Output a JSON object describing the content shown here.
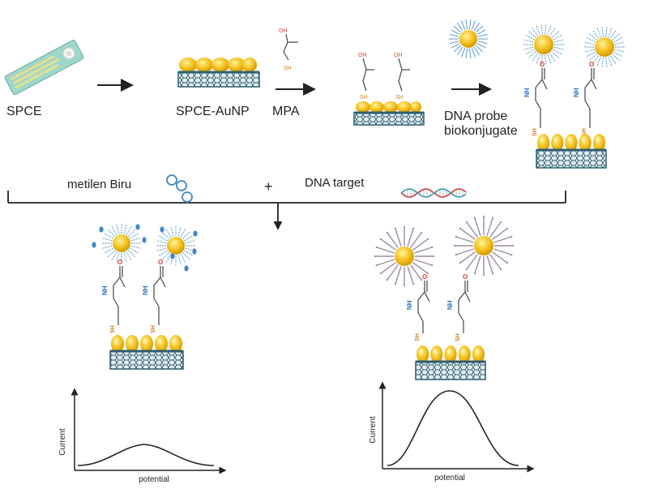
{
  "labels": {
    "spce": "SPCE",
    "spce_aunp": "SPCE-AuNP",
    "mpa": "MPA",
    "dna_probe_line1": "DNA probe",
    "dna_probe_line2": "biokonjugate",
    "metilen_biru": "metilen Biru",
    "plus": "+",
    "dna_target": "DNA target"
  },
  "chem": {
    "oh": "OH",
    "sh": "SH",
    "o": "O",
    "nh": "NH"
  },
  "plots": {
    "left": {
      "ylabel": "Current",
      "xlabel": "potential",
      "peak": "small"
    },
    "right": {
      "ylabel": "Current",
      "xlabel": "potential",
      "peak": "large"
    }
  },
  "colors": {
    "gold": "#f2bd1d",
    "gold_dark": "#d49a00",
    "electrode": "#2f5d6e",
    "electrode_light": "#cfe1e6",
    "probe_blue": "#4a8fc8",
    "target_purple": "#9b8aa8",
    "methylene": "#3f86c8",
    "nh_blue": "#2b6cb5",
    "sh_orange": "#c9862a",
    "o_red": "#d9402c",
    "arrow": "#222222"
  }
}
